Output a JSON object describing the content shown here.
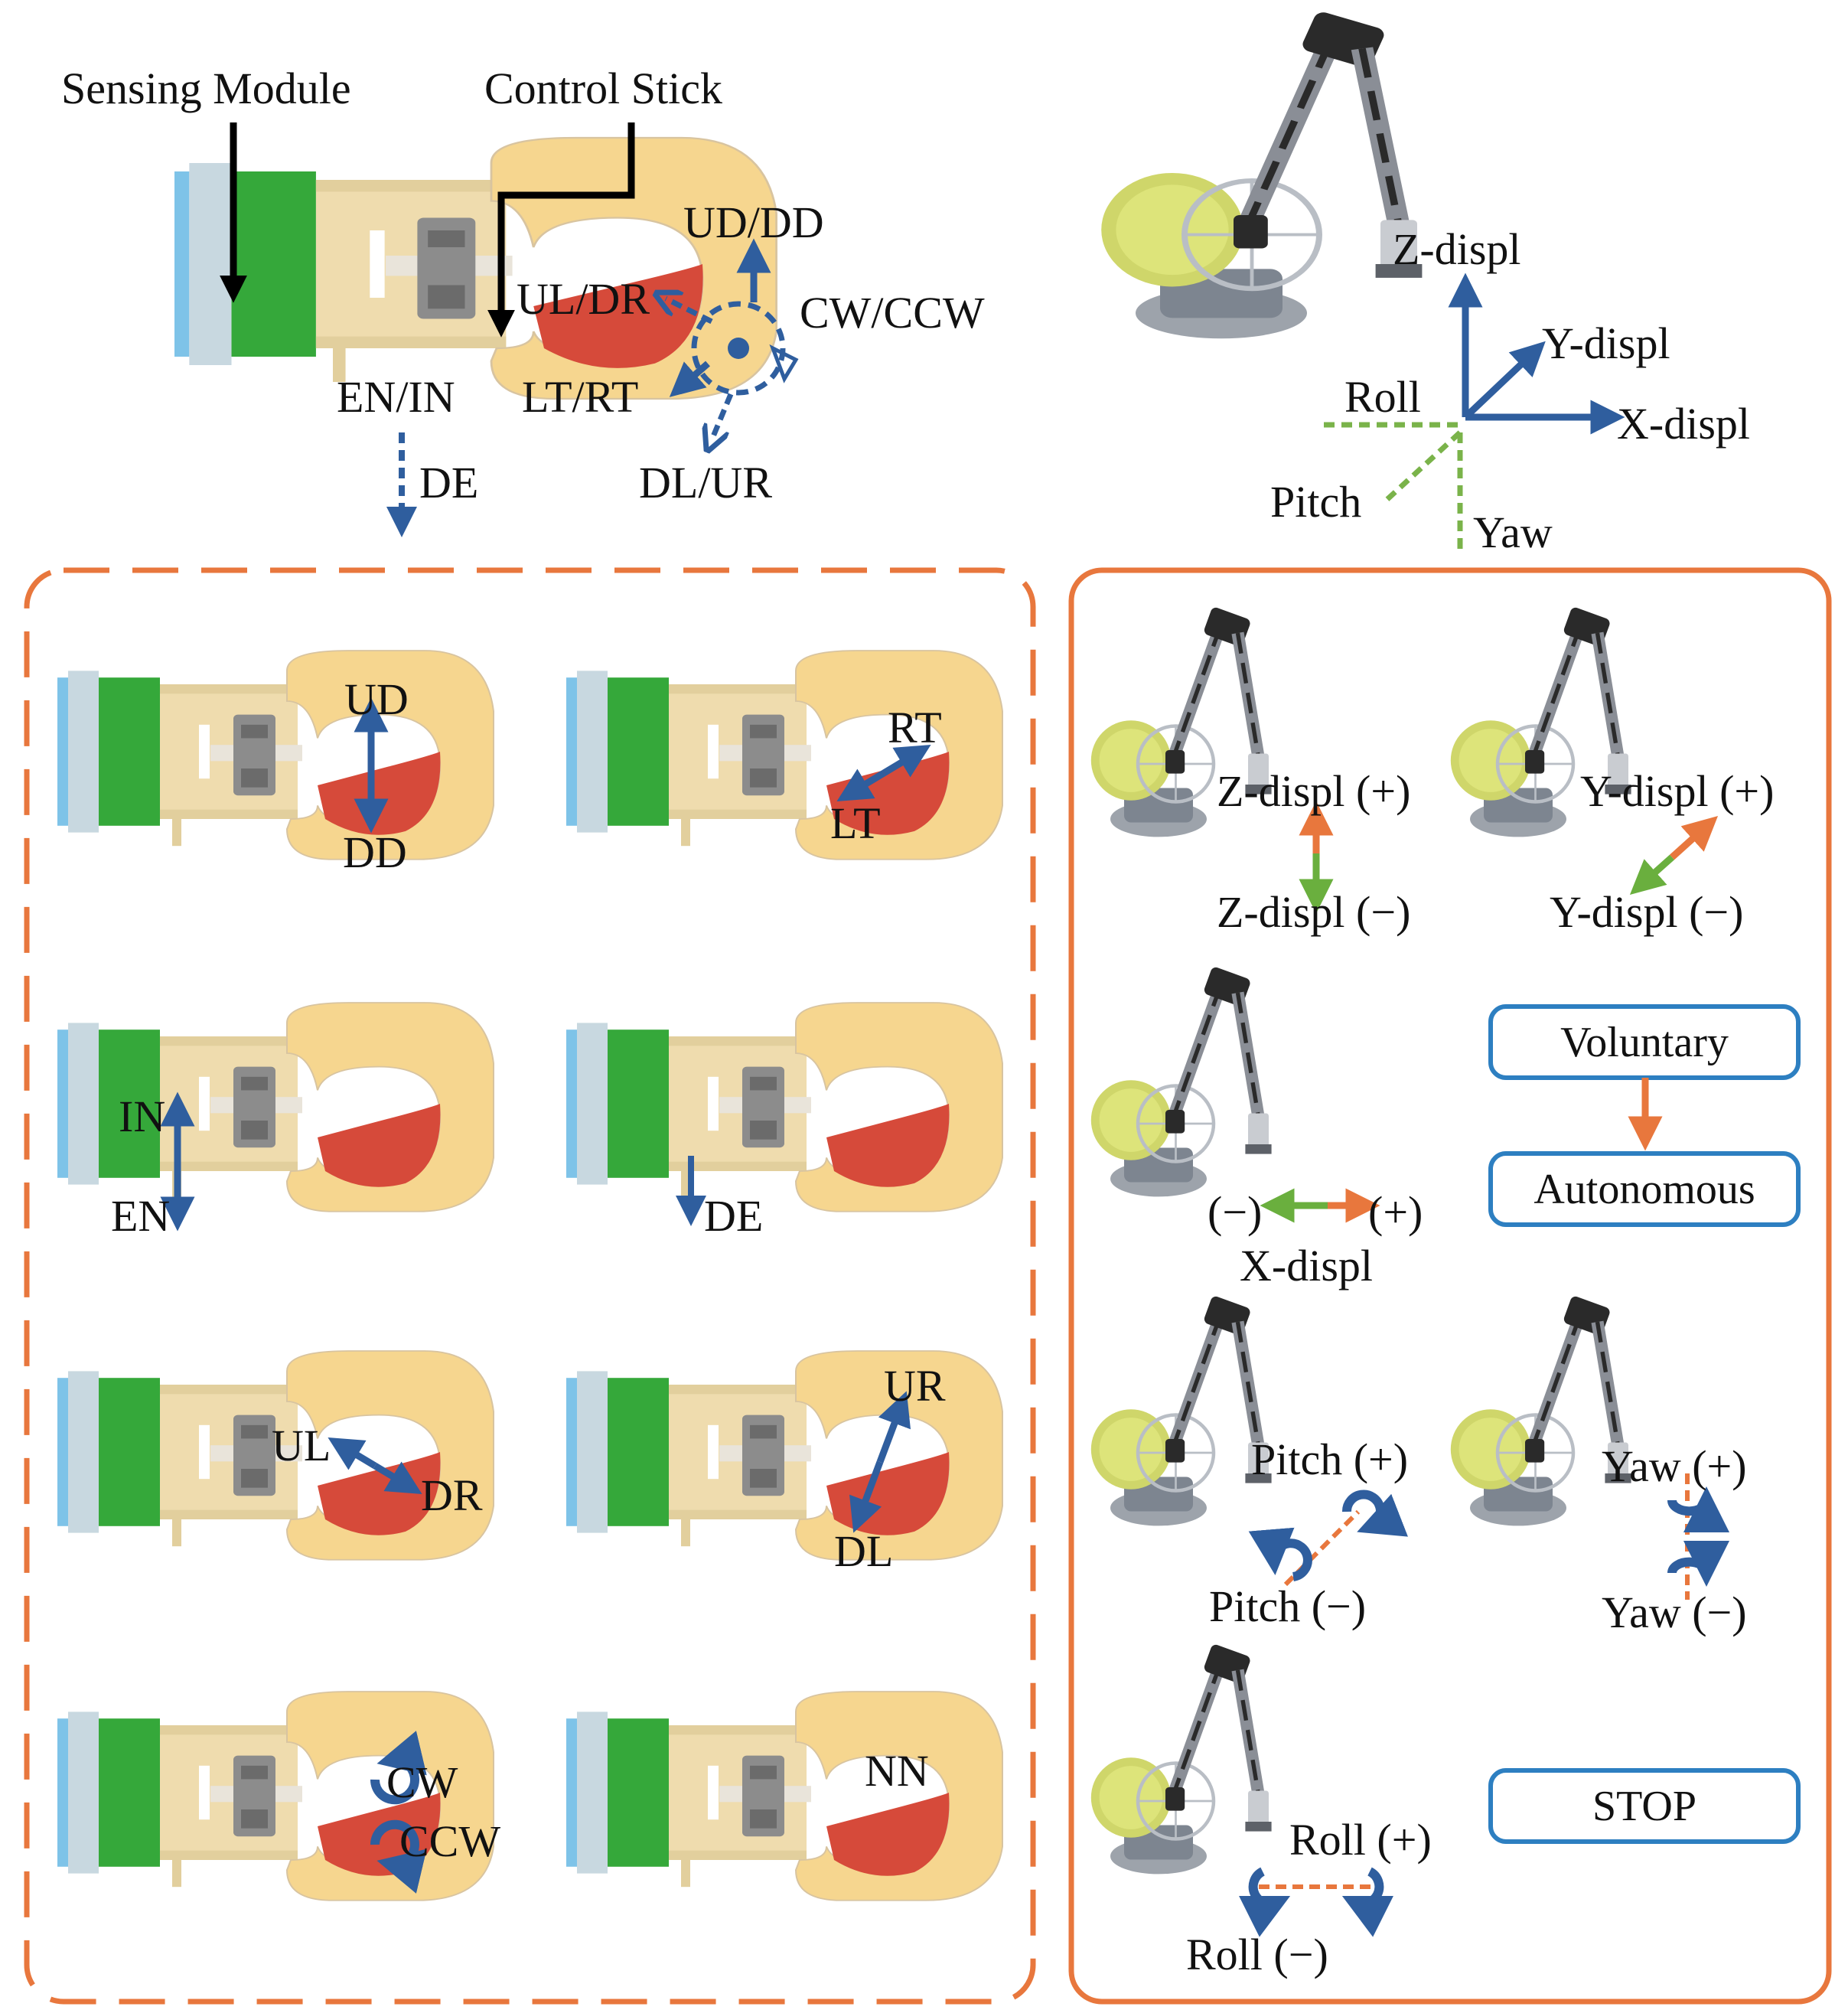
{
  "colors": {
    "arrow_blue": "#2f5e9e",
    "arrow_orange": "#e8773d",
    "arrow_green": "#6aaf3e",
    "frame_orange": "#e8773d",
    "button_border": "#2d7fc1",
    "body_beige": "#efdcae",
    "handle_yellow": "#f6d68f",
    "sensor_green": "#35a83a",
    "trigger_red": "#d64a3a",
    "cap_blue": "#7ec3e8",
    "robot_dark": "#2a2a2a",
    "robot_metal": "#8a8e96",
    "gripper_yellow": "#d3dc55",
    "axis_dashed_green": "#7ab34a"
  },
  "top_left": {
    "sensing_module": "Sensing Module",
    "control_stick": "Control Stick",
    "ud_dd": "UD/DD",
    "ul_dr": "UL/DR",
    "cw_ccw": "CW/CCW",
    "lt_rt": "LT/RT",
    "en_in": "EN/IN",
    "dl_ur": "DL/UR",
    "de": "DE"
  },
  "top_right": {
    "z_displ": "Z-displ",
    "y_displ": "Y-displ",
    "x_displ": "X-displ",
    "roll": "Roll",
    "pitch": "Pitch",
    "yaw": "Yaw"
  },
  "gestures": {
    "p1_up": "UD",
    "p1_down": "DD",
    "p2_right": "RT",
    "p2_left": "LT",
    "p3_in": "IN",
    "p3_en": "EN",
    "p4_de": "DE",
    "p5_ul": "UL",
    "p5_dr": "DR",
    "p6_ur": "UR",
    "p6_dl": "DL",
    "p7_cw": "CW",
    "p7_ccw": "CCW",
    "p8_nn": "NN"
  },
  "commands": {
    "z_plus": "Z-displ (+)",
    "z_minus": "Z-displ (−)",
    "y_plus": "Y-displ (+)",
    "y_minus": "Y-displ (−)",
    "x_minus": "(−)",
    "x_plus": "(+)",
    "x_label": "X-displ",
    "pitch_plus": "Pitch (+)",
    "pitch_minus": "Pitch (−)",
    "yaw_plus": "Yaw (+)",
    "yaw_minus": "Yaw (−)",
    "roll_plus": "Roll (+)",
    "roll_minus": "Roll (−)"
  },
  "modes": {
    "voluntary": "Voluntary",
    "autonomous": "Autonomous",
    "stop": "STOP"
  }
}
